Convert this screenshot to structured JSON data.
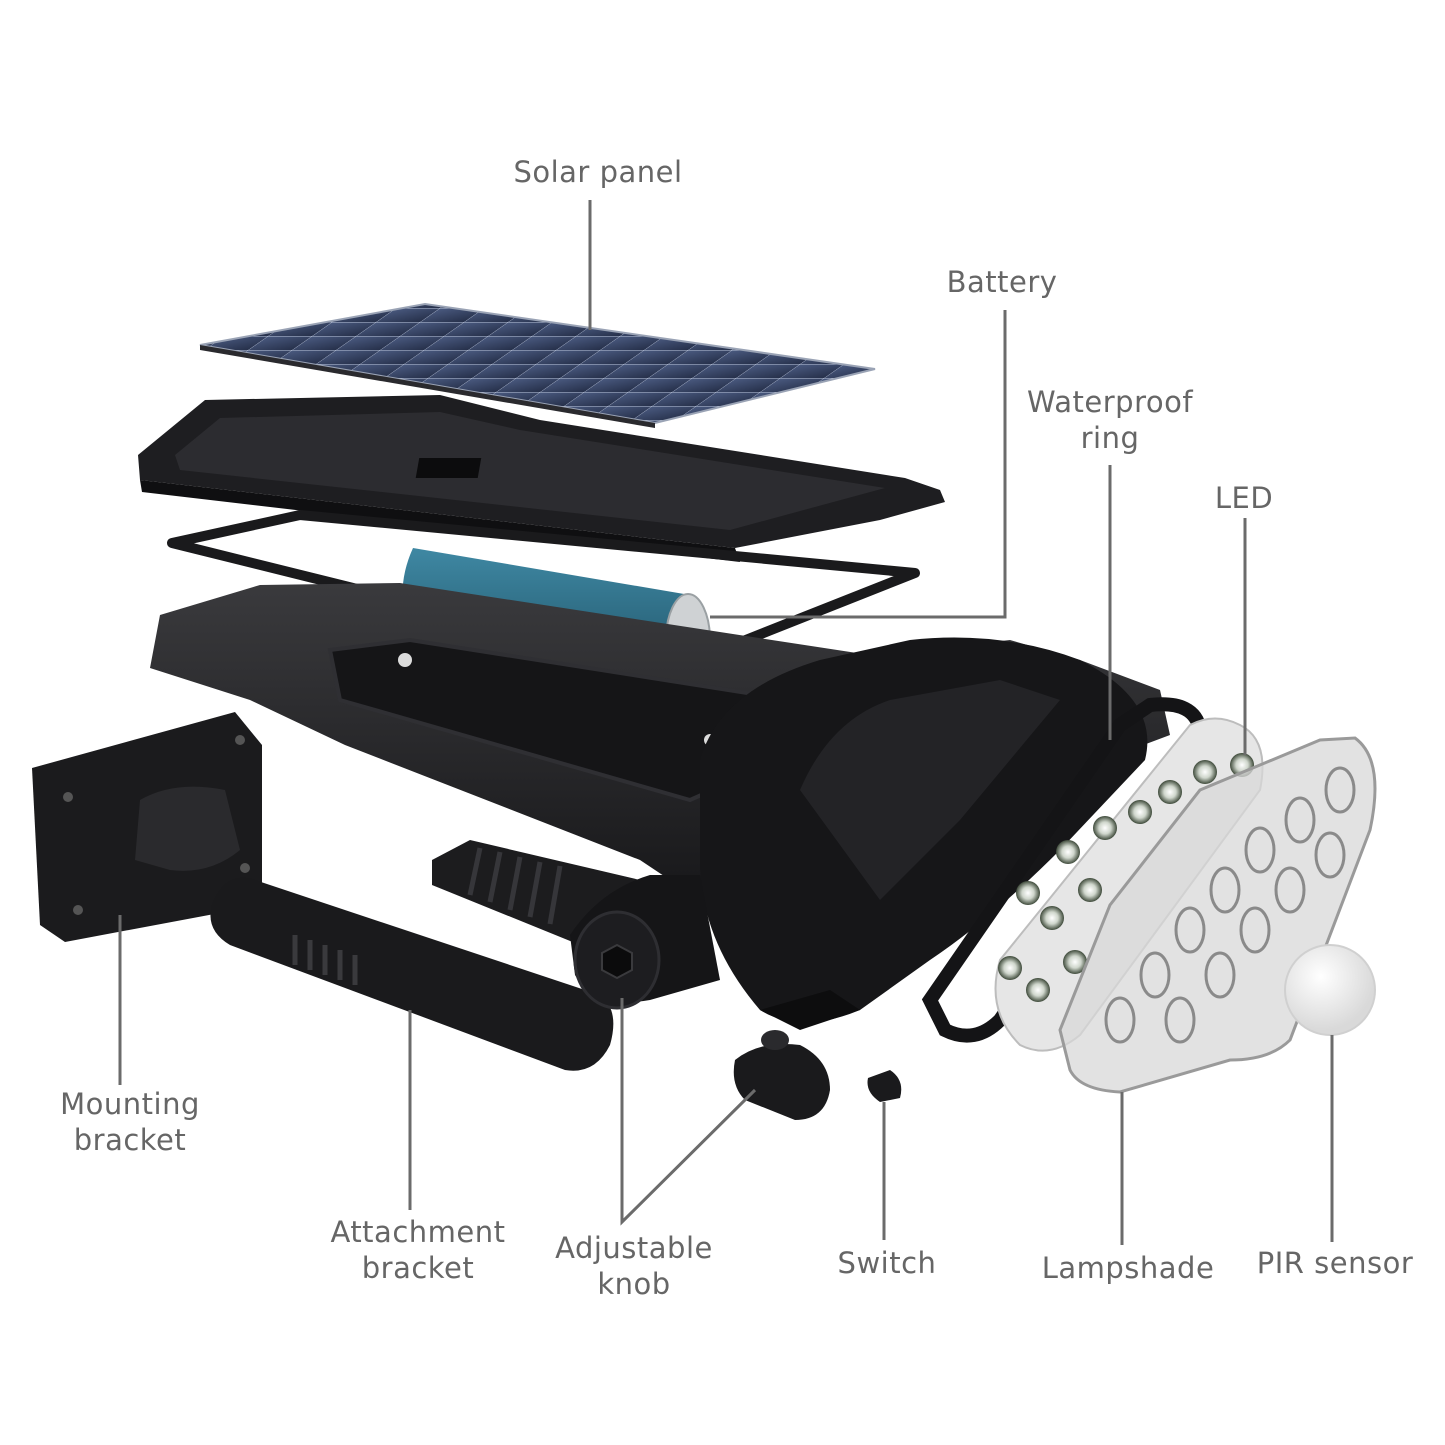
{
  "colors": {
    "background": "#ffffff",
    "label_text": "#666666",
    "leader_line": "#6b6b6b",
    "housing": "#1c1c1e",
    "solar_cell": "#3b4a6e",
    "battery": "#2f6e86"
  },
  "labels": {
    "solar_panel": {
      "line1": "Solar panel"
    },
    "battery": {
      "line1": "Battery"
    },
    "waterproof_ring": {
      "line1": "Waterproof",
      "line2": "ring"
    },
    "led": {
      "line1": "LED"
    },
    "mounting_bracket": {
      "line1": "Mounting",
      "line2": "bracket"
    },
    "attachment_bracket": {
      "line1": "Attachment",
      "line2": "bracket"
    },
    "adjustable_knob": {
      "line1": "Adjustable",
      "line2": "knob"
    },
    "switch": {
      "line1": "Switch"
    },
    "lampshade": {
      "line1": "Lampshade"
    },
    "pir_sensor": {
      "line1": "PIR sensor"
    }
  }
}
